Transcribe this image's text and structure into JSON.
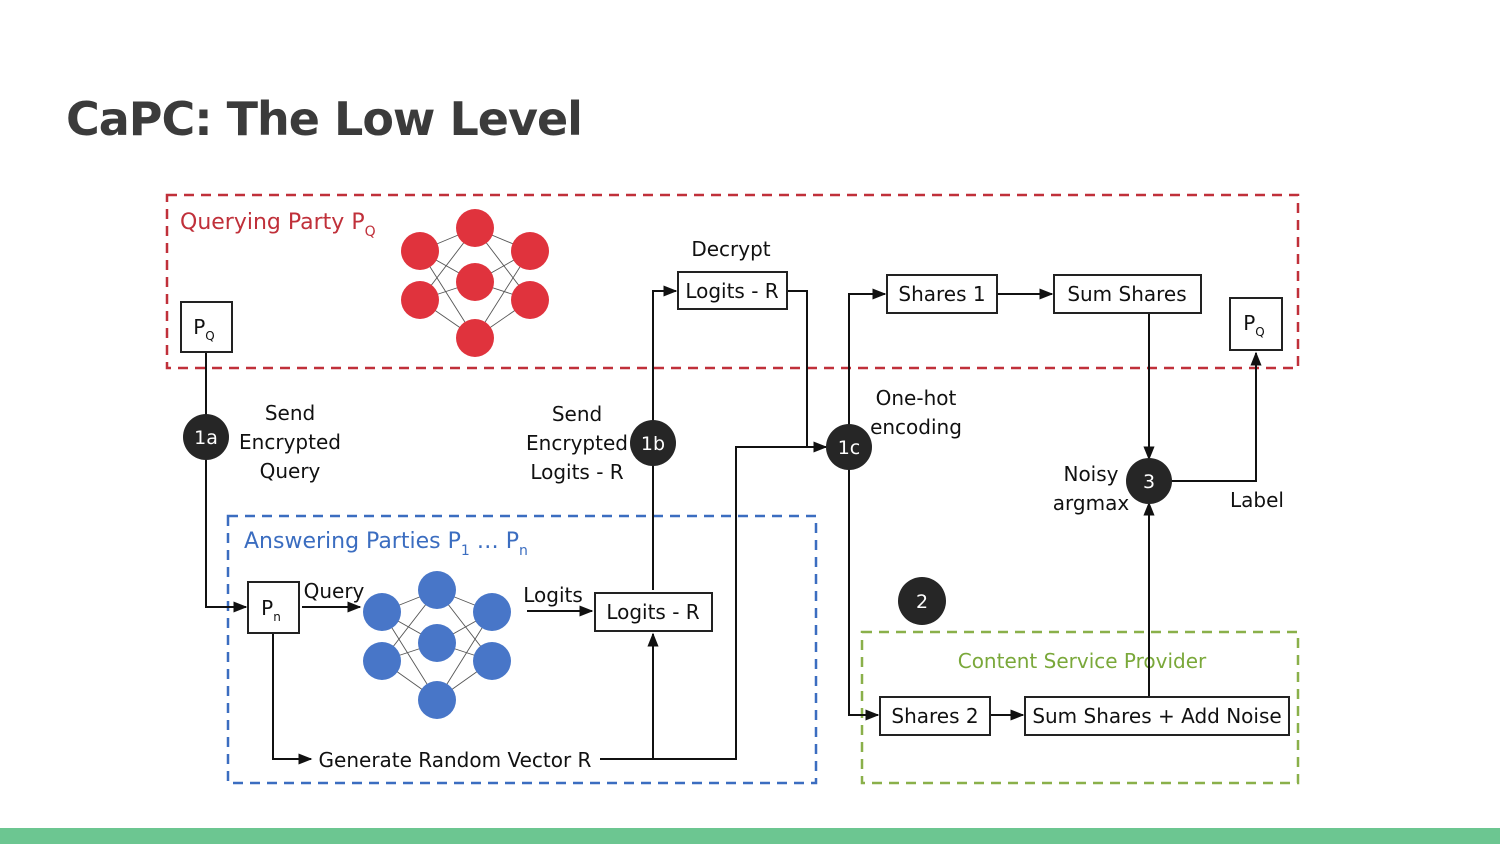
{
  "title": "CaPC: The Low Level",
  "colors": {
    "querying_border": "#c0303a",
    "querying_node": "#e0333d",
    "answering_border": "#3b6dc0",
    "answering_node": "#4876c8",
    "csp_border": "#8ab04a",
    "csp_text": "#7aa83a",
    "step_badge": "#262626",
    "bottom_bar": "#6cc691"
  },
  "regions": {
    "querying": {
      "label": "Querying Party P",
      "sub": "Q"
    },
    "answering": {
      "label": "Answering Parties P",
      "sub1": "1",
      "mid": " … P",
      "sub2": "n"
    },
    "csp": {
      "label": "Content Service Provider"
    }
  },
  "boxes": {
    "pq_left": {
      "main": "P",
      "sub": "Q"
    },
    "pq_right": {
      "main": "P",
      "sub": "Q"
    },
    "pn": {
      "main": "P",
      "sub": "n"
    },
    "logits_r_top": "Logits - R",
    "logits_r_bottom": "Logits - R",
    "shares1": "Shares 1",
    "sum_shares": "Sum Shares",
    "shares2": "Shares 2",
    "sum_shares_noise": "Sum Shares + Add Noise"
  },
  "steps": {
    "s1a": "1a",
    "s1b": "1b",
    "s1c": "1c",
    "s2": "2",
    "s3": "3"
  },
  "labels": {
    "decrypt": "Decrypt",
    "send_query": [
      "Send",
      "Encrypted",
      "Query"
    ],
    "send_logits": [
      "Send",
      "Encrypted",
      "Logits - R"
    ],
    "onehot": [
      "One-hot",
      "encoding"
    ],
    "noisy": [
      "Noisy",
      "argmax"
    ],
    "label": "Label",
    "query": "Query",
    "logits": "Logits",
    "generate": "Generate Random Vector R"
  },
  "icons": [
    "neural-network-icon",
    "arrow-icon"
  ]
}
